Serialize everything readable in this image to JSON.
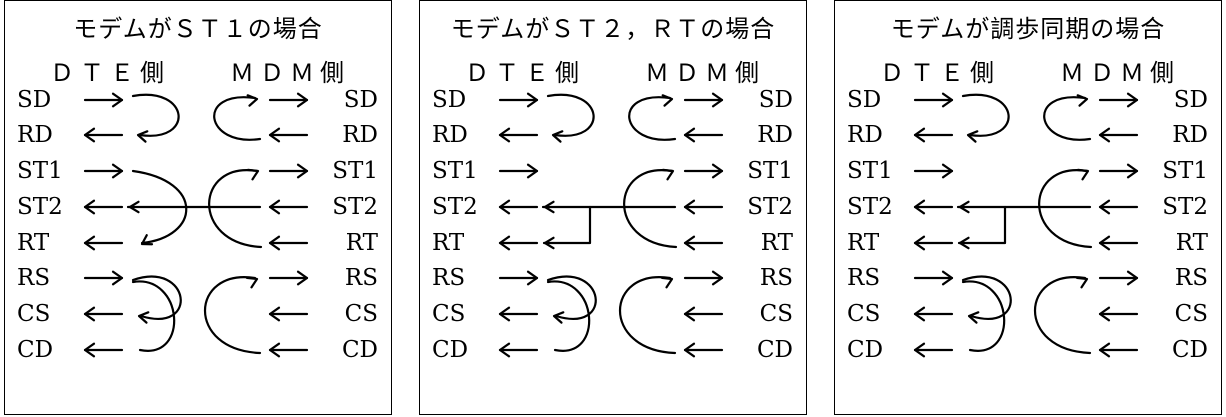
{
  "panels": [
    {
      "title": "モデムがＳＴ１の場合",
      "dte_label": "ＤＴＥ側",
      "mdm_label": "ＭＤＭ側",
      "dte_signals": [
        "SD",
        "RD",
        "ST1",
        "ST2",
        "RT",
        "RS",
        "CS",
        "CD"
      ],
      "mdm_signals": [
        "SD",
        "RD",
        "ST1",
        "ST2",
        "RT",
        "RS",
        "CS",
        "CD"
      ]
    },
    {
      "title": "モデムがＳＴ２，ＲＴの場合",
      "dte_label": "ＤＴＥ側",
      "mdm_label": "ＭＤＭ側",
      "dte_signals": [
        "SD",
        "RD",
        "ST1",
        "ST2",
        "RT",
        "RS",
        "CS",
        "CD"
      ],
      "mdm_signals": [
        "SD",
        "RD",
        "ST1",
        "ST2",
        "RT",
        "RS",
        "CS",
        "CD"
      ]
    },
    {
      "title": "モデムが調歩同期の場合",
      "dte_label": "ＤＴＥ側",
      "mdm_label": "ＭＤＭ側",
      "dte_signals": [
        "SD",
        "RD",
        "ST1",
        "ST2",
        "RT",
        "RS",
        "CS",
        "CD"
      ],
      "mdm_signals": [
        "SD",
        "RD",
        "ST1",
        "ST2",
        "RT",
        "RS",
        "CS",
        "CD"
      ]
    }
  ]
}
